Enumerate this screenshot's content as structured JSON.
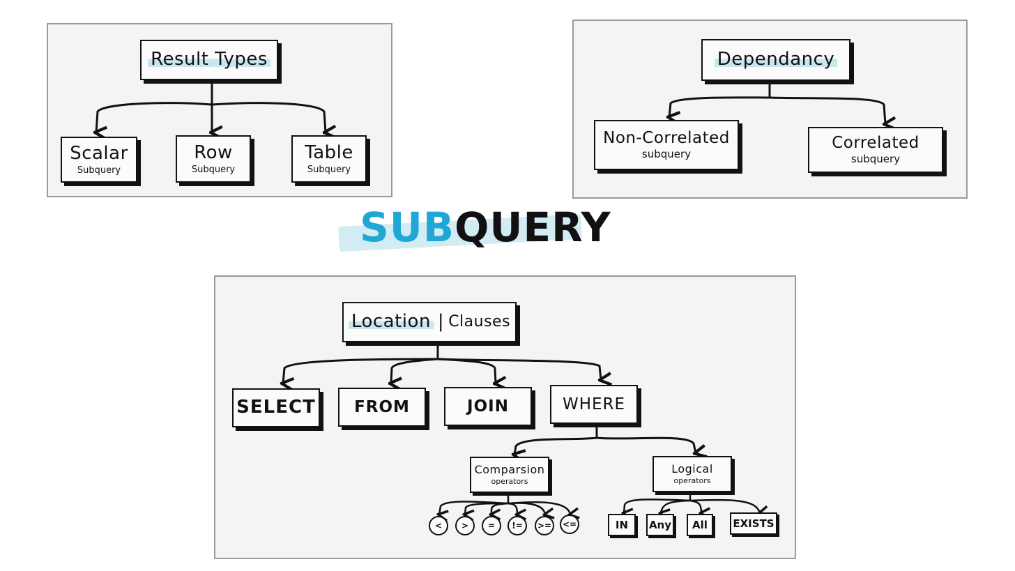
{
  "title": {
    "part1": "SUB",
    "part2": "QUERY"
  },
  "result_types": {
    "label": "Result Types",
    "children": [
      {
        "main": "Scalar",
        "sub": "Subquery"
      },
      {
        "main": "Row",
        "sub": "Subquery"
      },
      {
        "main": "Table",
        "sub": "Subquery"
      }
    ]
  },
  "dependancy": {
    "label": "Dependancy",
    "children": [
      {
        "main": "Non-Correlated",
        "sub": "subquery"
      },
      {
        "main": "Correlated",
        "sub": "subquery"
      }
    ]
  },
  "location": {
    "label_a": "Location",
    "label_b": "Clauses",
    "clauses": [
      "SELECT",
      "FROM",
      "JOIN",
      "WHERE"
    ],
    "comparison": {
      "main": "Comparsion",
      "sub": "operators",
      "ops": [
        "<",
        ">",
        "=",
        "!=",
        ">=",
        "<="
      ]
    },
    "logical": {
      "main": "Logical",
      "sub": "operators",
      "ops": [
        "IN",
        "Any",
        "All",
        "EXISTS"
      ]
    }
  },
  "colors": {
    "accent": "#1fa8d6",
    "highlight": "#c9e6ef",
    "ink": "#111111",
    "panel": "#f4f4f4"
  }
}
